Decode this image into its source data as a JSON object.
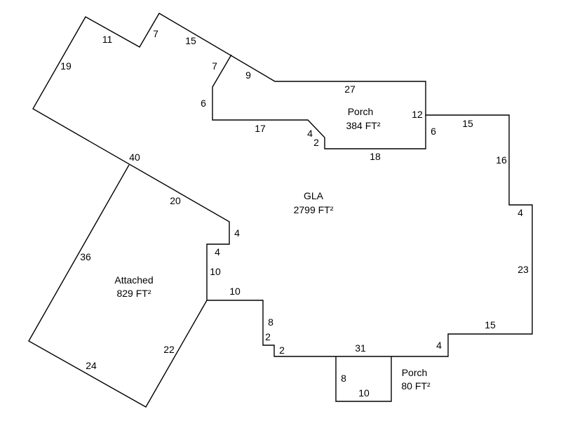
{
  "areas": {
    "gla": {
      "name": "GLA",
      "area": "2799 FT²"
    },
    "porch_top": {
      "name": "Porch",
      "area": "384 FT²"
    },
    "attached": {
      "name": "Attached",
      "area": "829 FT²"
    },
    "porch_bottom": {
      "name": "Porch",
      "area": "80 FT²"
    }
  },
  "dimensions": [
    "11",
    "7",
    "15",
    "19",
    "7",
    "9",
    "6",
    "27",
    "17",
    "4",
    "2",
    "12",
    "6",
    "15",
    "18",
    "16",
    "40",
    "20",
    "4",
    "4",
    "4",
    "10",
    "36",
    "23",
    "10",
    "8",
    "15",
    "2",
    "2",
    "31",
    "4",
    "22",
    "24",
    "8",
    "10"
  ],
  "colors": {
    "line": "#000000",
    "background": "#ffffff"
  }
}
